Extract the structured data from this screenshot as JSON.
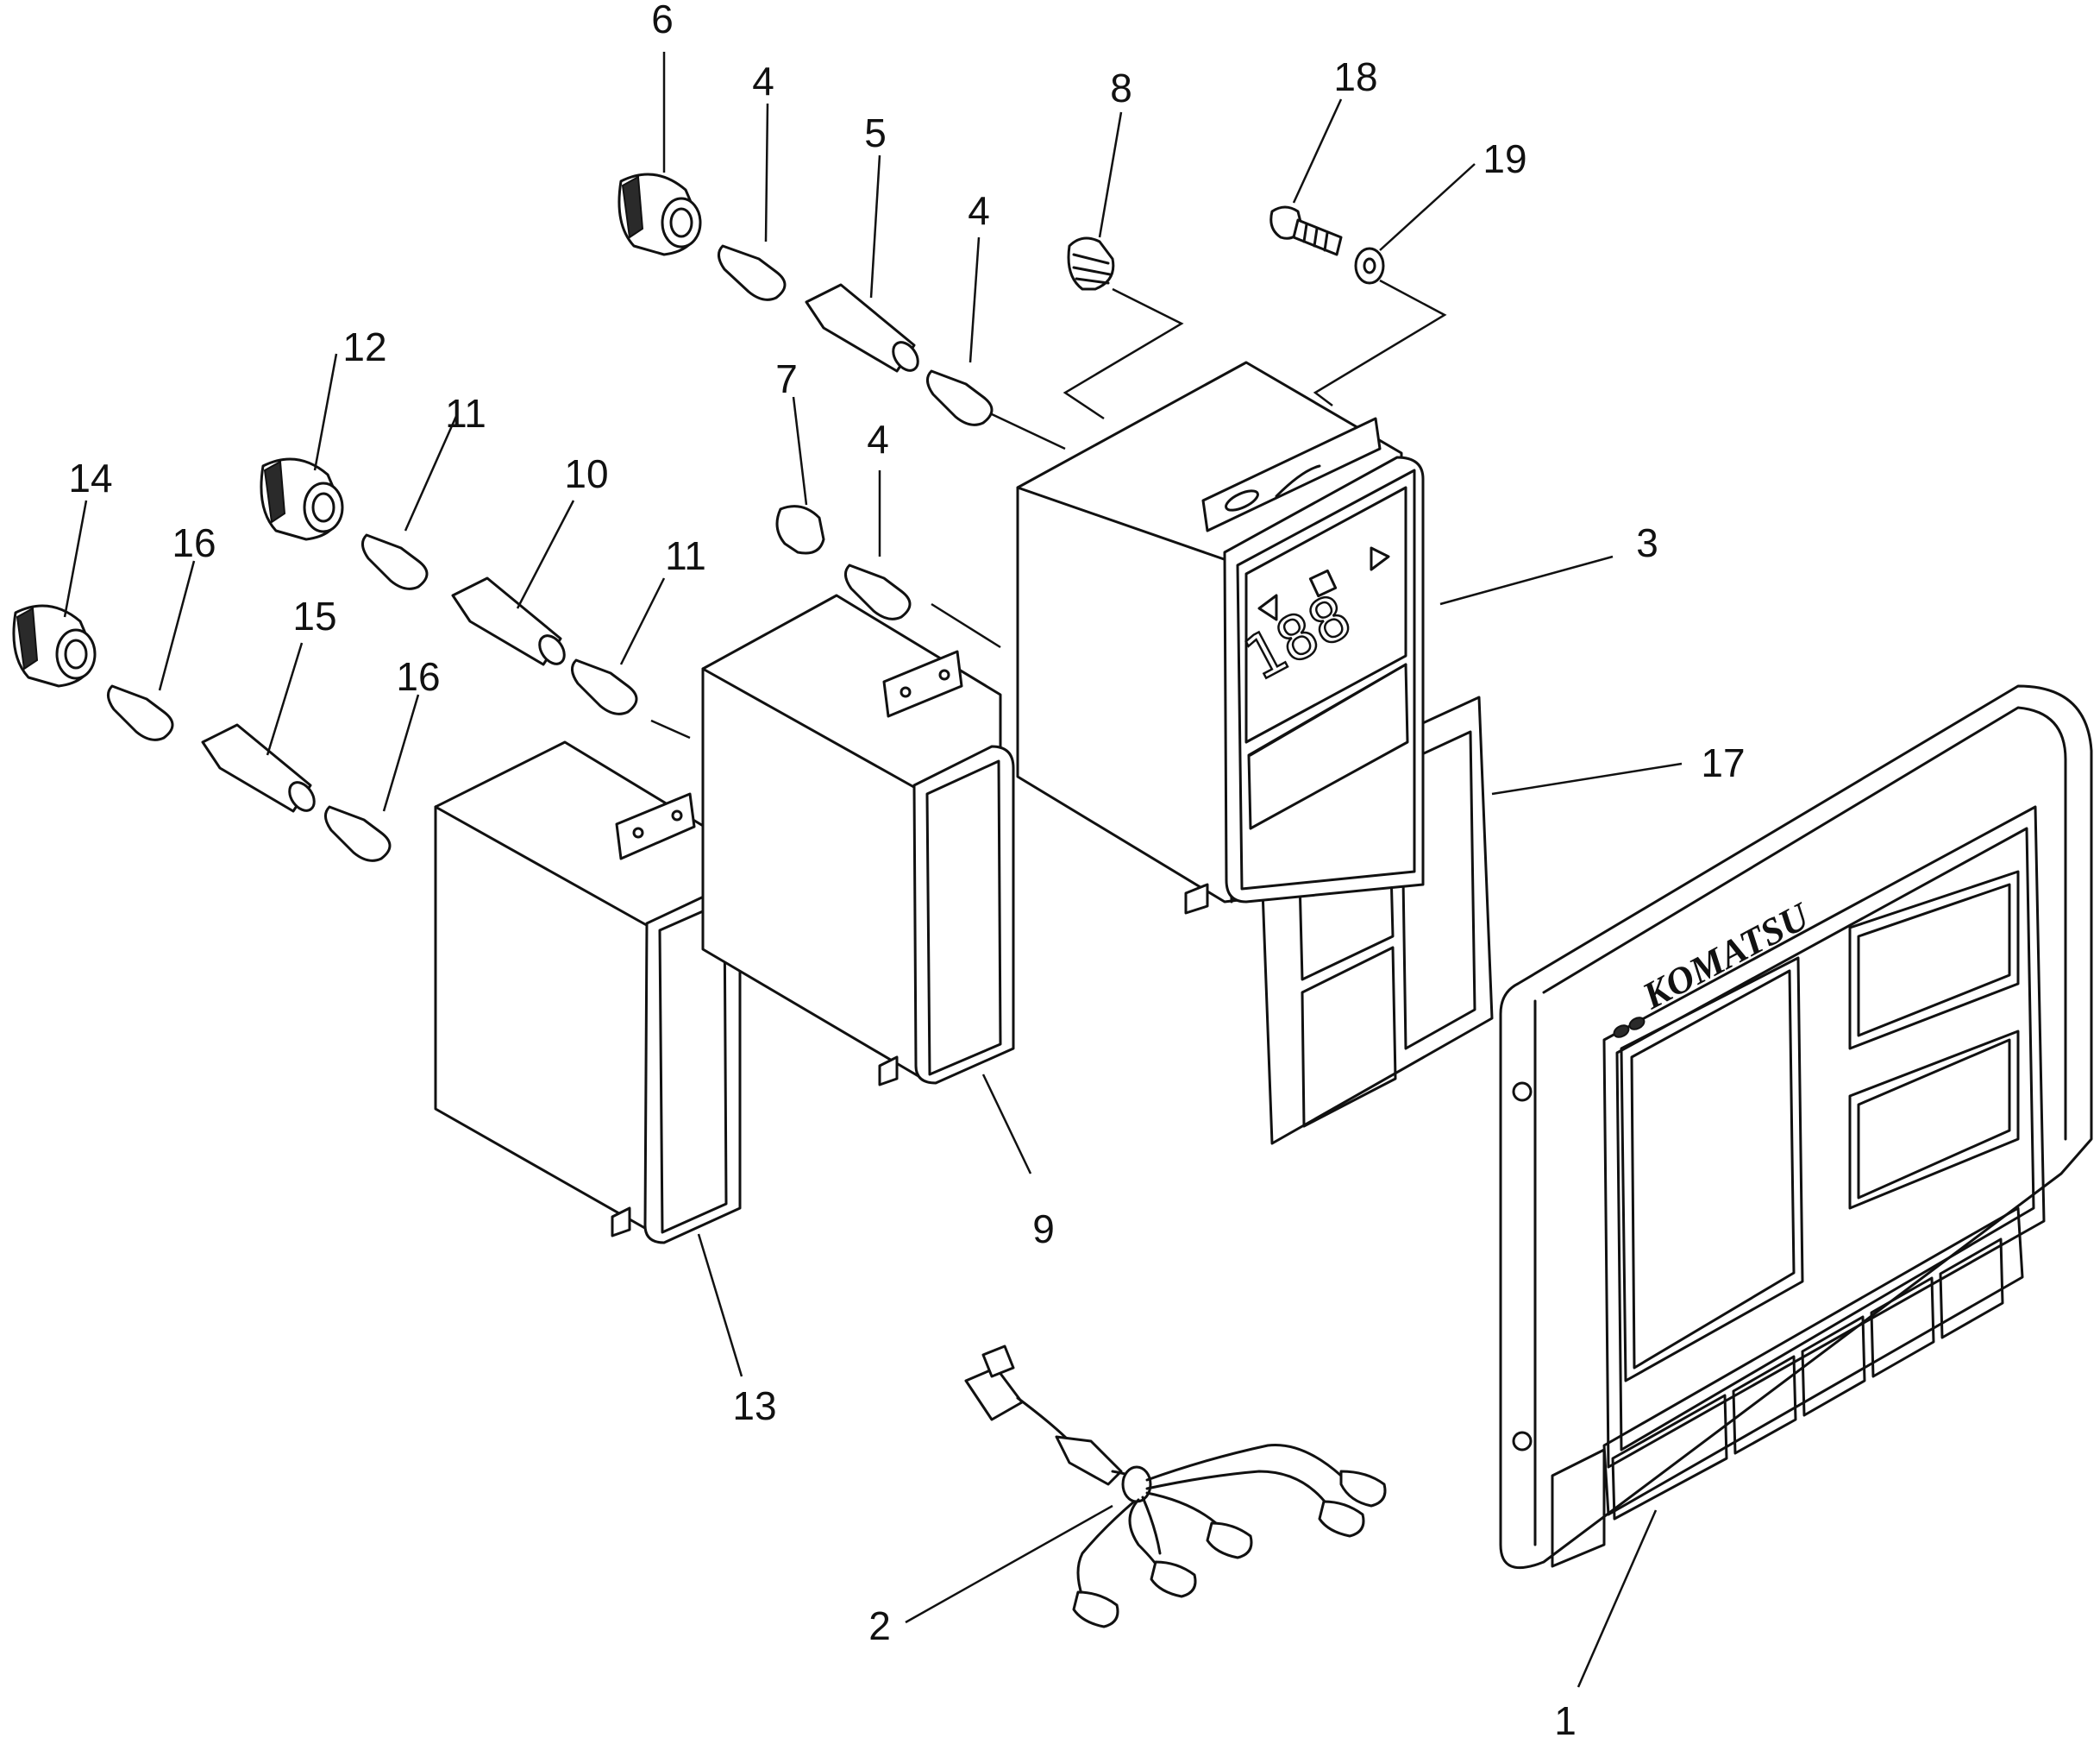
{
  "brand_text": "KOMATSU",
  "display_digits": "188",
  "callouts": [
    {
      "id": "c1",
      "label": "1"
    },
    {
      "id": "c2",
      "label": "2"
    },
    {
      "id": "c3",
      "label": "3"
    },
    {
      "id": "c4a",
      "label": "4"
    },
    {
      "id": "c4b",
      "label": "4"
    },
    {
      "id": "c4c",
      "label": "4"
    },
    {
      "id": "c5",
      "label": "5"
    },
    {
      "id": "c6",
      "label": "6"
    },
    {
      "id": "c7",
      "label": "7"
    },
    {
      "id": "c8",
      "label": "8"
    },
    {
      "id": "c9",
      "label": "9"
    },
    {
      "id": "c10",
      "label": "10"
    },
    {
      "id": "c11a",
      "label": "11"
    },
    {
      "id": "c11b",
      "label": "11"
    },
    {
      "id": "c12",
      "label": "12"
    },
    {
      "id": "c13",
      "label": "13"
    },
    {
      "id": "c14",
      "label": "14"
    },
    {
      "id": "c15",
      "label": "15"
    },
    {
      "id": "c16a",
      "label": "16"
    },
    {
      "id": "c16b",
      "label": "16"
    },
    {
      "id": "c17",
      "label": "17"
    },
    {
      "id": "c18",
      "label": "18"
    },
    {
      "id": "c19",
      "label": "19"
    }
  ]
}
